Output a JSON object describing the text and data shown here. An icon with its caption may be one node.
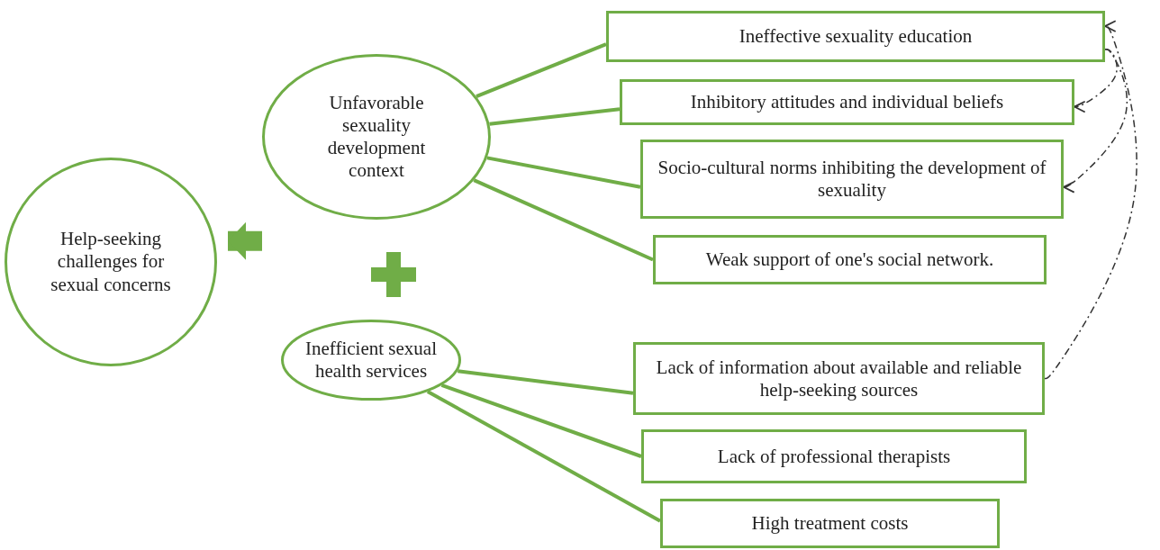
{
  "diagram": {
    "nodes": [
      {
        "text": [
          "Help-seeking challenges for sexual concerns"
        ]
      },
      {
        "text": [
          "Unfavorable sexuality development context"
        ]
      },
      {
        "text": [
          "Inefficient sexual health services"
        ]
      },
      {
        "text": [
          "Ineffective sexuality education"
        ]
      },
      {
        "text": [
          "Inhibitory attitudes and individual beliefs"
        ]
      },
      {
        "text": [
          "Socio-cultural norms inhibiting the development of sexuality"
        ]
      },
      {
        "text": [
          "Weak support of one's social network."
        ]
      },
      {
        "text": [
          "Lack of information about available and reliable help-seeking sources"
        ]
      },
      {
        "text": [
          "Lack of professional therapists"
        ]
      },
      {
        "text": [
          "High treatment costs"
        ]
      }
    ],
    "edges": [
      {
        "from": 1,
        "to": 3,
        "arrow": "none"
      },
      {
        "from": 1,
        "to": 4,
        "arrow": "none"
      },
      {
        "from": 1,
        "to": 5,
        "arrow": "none"
      },
      {
        "from": 1,
        "to": 6,
        "arrow": "none"
      },
      {
        "from": 2,
        "to": 7,
        "arrow": "none"
      },
      {
        "from": 2,
        "to": 8,
        "arrow": "none"
      },
      {
        "from": 2,
        "to": 9,
        "arrow": "none"
      },
      {
        "from": 3,
        "to": 4,
        "arrow": "to",
        "style": "dashed",
        "color": "#333333"
      },
      {
        "from": 3,
        "to": 5,
        "arrow": "to",
        "style": "dashed",
        "color": "#333333"
      },
      {
        "from": 7,
        "to": 3,
        "arrow": "to",
        "style": "dashed",
        "color": "#333333"
      },
      {
        "from": null,
        "to": 0,
        "arrow": "to",
        "style": "thick"
      }
    ]
  }
}
